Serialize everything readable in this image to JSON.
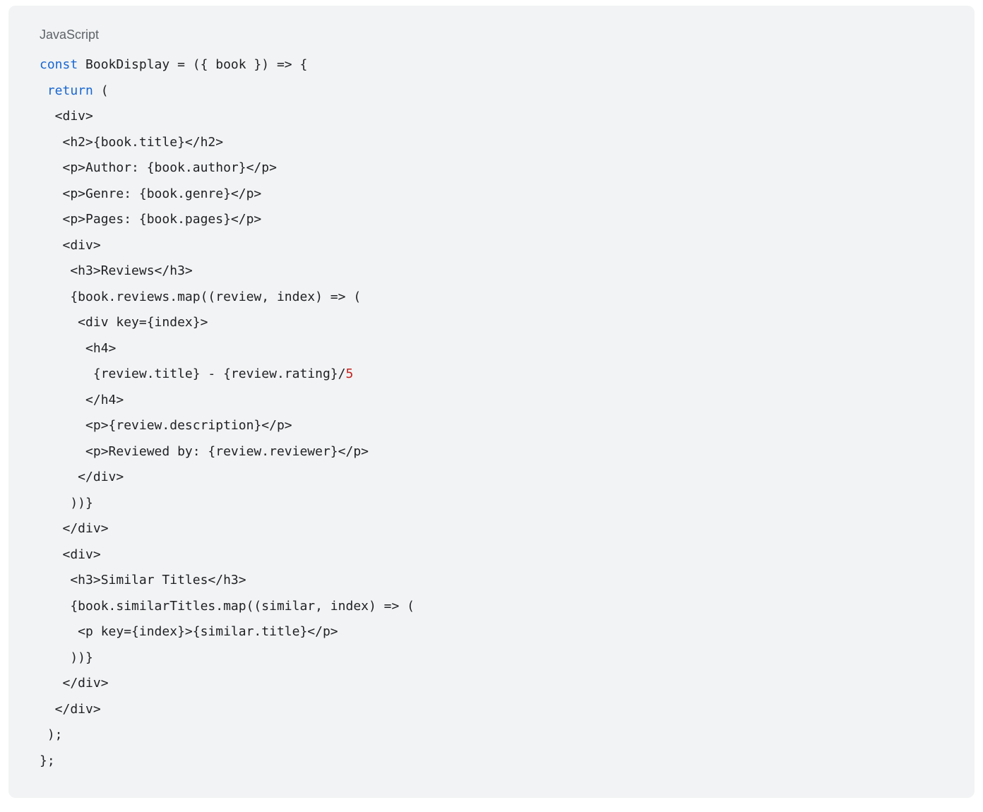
{
  "code_block": {
    "language_label": "JavaScript",
    "colors": {
      "background": "#f1f3f4",
      "page_background": "#ffffff",
      "label": "#5f6368",
      "default_text": "#202124",
      "keyword": "#1967d2",
      "number": "#c5221f"
    },
    "lines": [
      [
        {
          "t": "const",
          "c": "kw"
        },
        {
          "t": " BookDisplay = ({ book }) => {"
        }
      ],
      [
        {
          "t": " "
        },
        {
          "t": "return",
          "c": "kw"
        },
        {
          "t": " ("
        }
      ],
      [
        {
          "t": "  <div>"
        }
      ],
      [
        {
          "t": "   <h2>{book.title}</h2>"
        }
      ],
      [
        {
          "t": "   <p>Author: {book.author}</p>"
        }
      ],
      [
        {
          "t": "   <p>Genre: {book.genre}</p>"
        }
      ],
      [
        {
          "t": "   <p>Pages: {book.pages}</p>"
        }
      ],
      [
        {
          "t": "   <div>"
        }
      ],
      [
        {
          "t": "    <h3>Reviews</h3>"
        }
      ],
      [
        {
          "t": "    {book.reviews.map((review, index) => ("
        }
      ],
      [
        {
          "t": "     <div key={index}>"
        }
      ],
      [
        {
          "t": "      <h4>"
        }
      ],
      [
        {
          "t": "       {review.title} - {review.rating}/"
        },
        {
          "t": "5",
          "c": "num"
        }
      ],
      [
        {
          "t": "      </h4>"
        }
      ],
      [
        {
          "t": "      <p>{review.description}</p>"
        }
      ],
      [
        {
          "t": "      <p>Reviewed by: {review.reviewer}</p>"
        }
      ],
      [
        {
          "t": "     </div>"
        }
      ],
      [
        {
          "t": "    ))}"
        }
      ],
      [
        {
          "t": "   </div>"
        }
      ],
      [
        {
          "t": "   <div>"
        }
      ],
      [
        {
          "t": "    <h3>Similar Titles</h3>"
        }
      ],
      [
        {
          "t": "    {book.similarTitles.map((similar, index) => ("
        }
      ],
      [
        {
          "t": "     <p key={index}>{similar.title}</p>"
        }
      ],
      [
        {
          "t": "    ))}"
        }
      ],
      [
        {
          "t": "   </div>"
        }
      ],
      [
        {
          "t": "  </div>"
        }
      ],
      [
        {
          "t": " );"
        }
      ],
      [
        {
          "t": "};"
        }
      ]
    ]
  }
}
